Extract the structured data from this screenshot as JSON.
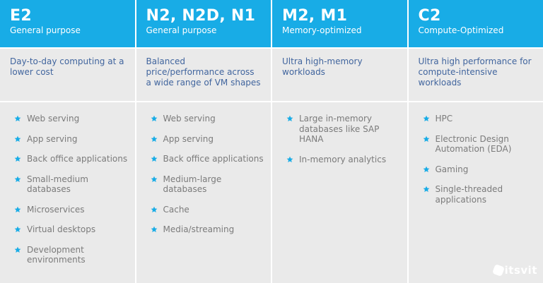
{
  "colors": {
    "header_bg": "#18ace6",
    "body_bg": "#eaeaea",
    "description_text": "#41659e",
    "item_text": "#7b7b7b",
    "star": "#18ace6",
    "divider": "#ffffff"
  },
  "columns": [
    {
      "title": "E2",
      "subtitle": "General purpose",
      "description": "Day-to-day computing at a lower cost",
      "items": [
        "Web serving",
        "App serving",
        "Back office applications",
        "Small-medium databases",
        "Microservices",
        "Virtual desktops",
        "Development environments"
      ]
    },
    {
      "title": "N2, N2D, N1",
      "subtitle": "General purpose",
      "description": "Balanced price/performance across a wide range of VM shapes",
      "items": [
        "Web serving",
        "App serving",
        "Back office applications",
        "Medium-large databases",
        "Cache",
        "Media/streaming"
      ]
    },
    {
      "title": "M2, M1",
      "subtitle": "Memory-optimized",
      "description": "Ultra high-memory workloads",
      "items": [
        "Large in-memory databases like SAP HANA",
        "In-memory analytics"
      ]
    },
    {
      "title": "C2",
      "subtitle": "Compute-Optimized",
      "description": "Ultra high performance for compute-intensive workloads",
      "items": [
        "HPC",
        "Electronic Design Automation (EDA)",
        "Gaming",
        "Single-threaded applications"
      ]
    }
  ],
  "logo": {
    "text": "itsvit",
    "icon": "itsvit-logo-icon"
  },
  "bullet_icon": "star-icon"
}
